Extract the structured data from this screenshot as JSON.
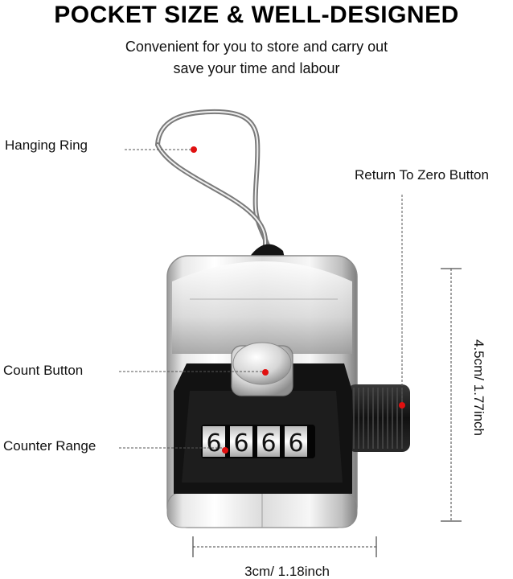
{
  "header": {
    "title": "POCKET SIZE & WELL-DESIGNED",
    "subtitle_line1": "Convenient for you to store and carry out",
    "subtitle_line2": "save your time and labour"
  },
  "labels": {
    "hanging_ring": "Hanging Ring",
    "return_to_zero": "Return To Zero Button",
    "count_button": "Count Button",
    "counter_range": "Counter Range"
  },
  "counter": {
    "digits": [
      "6",
      "6",
      "6",
      "6"
    ]
  },
  "dimensions": {
    "height": "4.5cm/ 1.77inch",
    "width": "3cm/ 1.18inch"
  },
  "colors": {
    "marker": "#e01010",
    "leader": "#555555",
    "chrome_light": "#f4f4f4",
    "chrome_dark": "#8a8a8a",
    "body_black": "#111111"
  }
}
